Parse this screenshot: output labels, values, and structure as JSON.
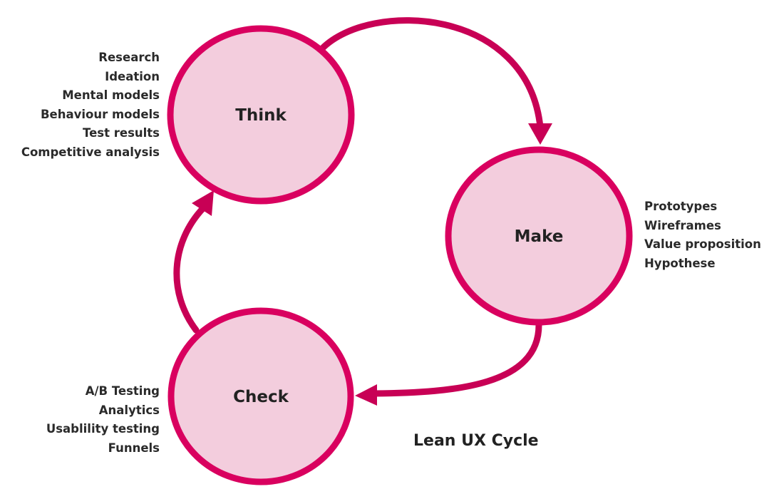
{
  "title": "Lean UX Cycle",
  "colors": {
    "node_fill": "#f3cddd",
    "node_stroke": "#d9005f",
    "arrow": "#c80055",
    "text": "#222222"
  },
  "nodes": [
    {
      "id": "think",
      "label": "Think",
      "items": [
        "Research",
        "Ideation",
        "Mental models",
        "Behaviour models",
        "Test results",
        "Competitive analysis"
      ]
    },
    {
      "id": "make",
      "label": "Make",
      "items": [
        "Prototypes",
        "Wireframes",
        "Value proposition",
        "Hypothese"
      ]
    },
    {
      "id": "check",
      "label": "Check",
      "items": [
        "A/B Testing",
        "Analytics",
        "Usablility testing",
        "Funnels"
      ]
    }
  ],
  "edges": [
    {
      "from": "think",
      "to": "make"
    },
    {
      "from": "make",
      "to": "check"
    },
    {
      "from": "check",
      "to": "think"
    }
  ]
}
